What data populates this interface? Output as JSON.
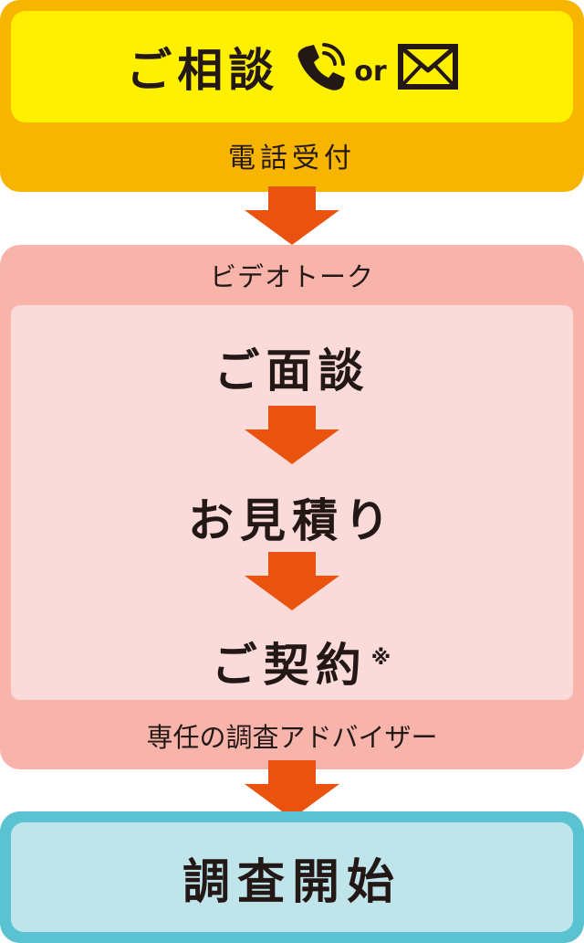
{
  "colors": {
    "step1_outer": "#f7b500",
    "step1_inner": "#fff000",
    "step2_outer": "#f8b4aa",
    "step2_inner": "#fadbda",
    "step3_outer": "#5bc2d1",
    "step3_inner": "#bfe4ea",
    "arrow": "#e9530f",
    "text": "#231815"
  },
  "step1": {
    "title": "ご相談",
    "phone_icon": "phone-icon",
    "or_text": "or",
    "mail_icon": "mail-icon",
    "caption": "電話受付"
  },
  "step2": {
    "label": "ビデオトーク",
    "items": [
      {
        "label": "ご面談"
      },
      {
        "label": "お見積り"
      },
      {
        "label": "ご契約",
        "note": "※"
      }
    ],
    "footer": "専任の調査アドバイザー"
  },
  "step3": {
    "title": "調査開始"
  }
}
